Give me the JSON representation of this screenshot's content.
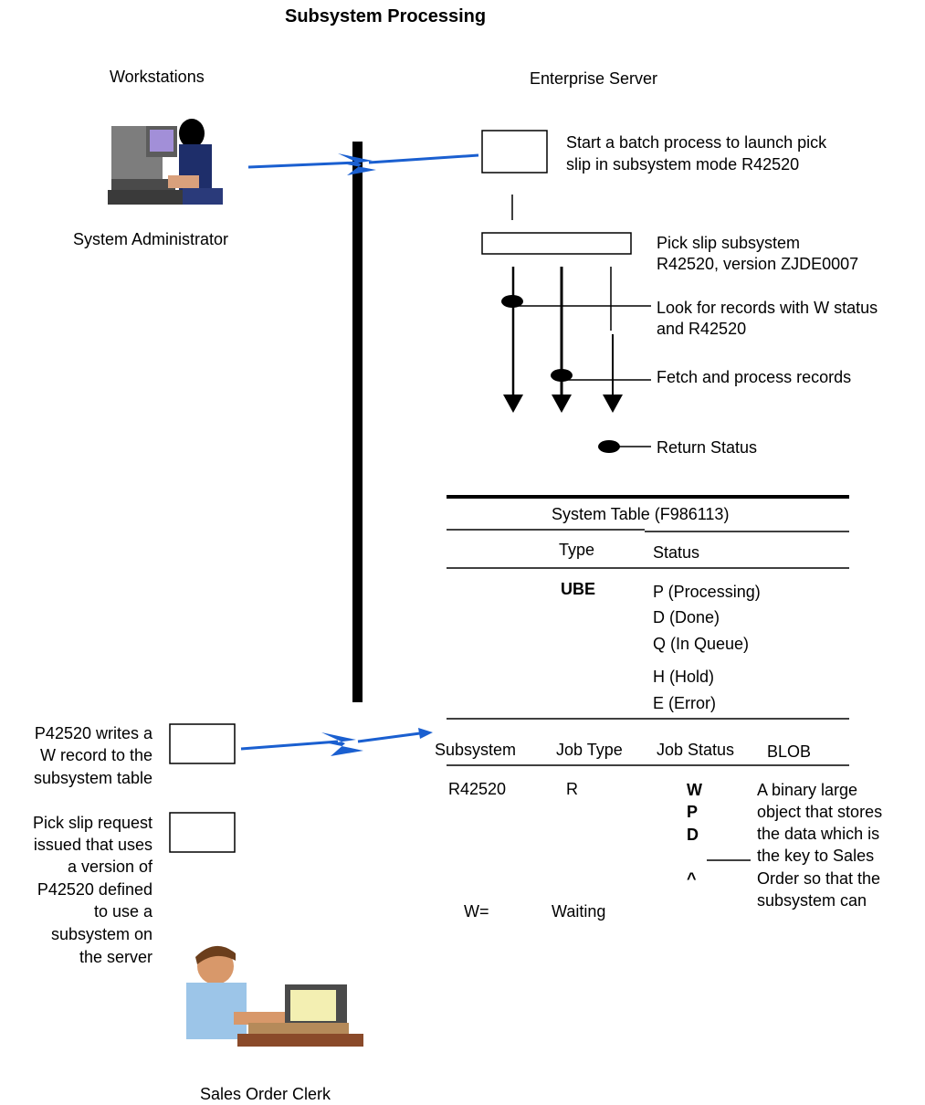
{
  "title": "Subsystem Processing",
  "headers": {
    "workstations": "Workstations",
    "enterprise_server": "Enterprise Server"
  },
  "actors": {
    "admin": "System Administrator",
    "clerk": "Sales Order Clerk"
  },
  "server_steps": {
    "start_batch": [
      "Start a batch process to launch pick",
      "slip in subsystem mode R42520"
    ],
    "pick_slip_subsystem": [
      "Pick slip subsystem",
      "R42520, version ZJDE0007"
    ],
    "look_for_records": [
      "Look for records with W status",
      "and R42520"
    ],
    "fetch_process": "Fetch and process records",
    "return_status": "Return Status"
  },
  "system_table": {
    "title": "System Table (F986113)",
    "columns": [
      "Type",
      "Status"
    ],
    "type_value": "UBE",
    "statuses": [
      "P (Processing)",
      "D (Done)",
      "Q (In Queue)",
      "H (Hold)",
      "E (Error)"
    ]
  },
  "subsystem_table": {
    "columns": [
      "Subsystem",
      "Job Type",
      "Job Status",
      "BLOB"
    ],
    "subsystem": "R42520",
    "job_type": "R",
    "job_statuses": [
      "W",
      "P",
      "D",
      "^"
    ],
    "blob_description": [
      "A binary large",
      "object that stores",
      "the data which is",
      "the key to Sales",
      "Order so that the",
      "subsystem can"
    ]
  },
  "legend": {
    "key": "W=",
    "value": "Waiting"
  },
  "workstation_notes": {
    "writes_record": [
      "P42520 writes a",
      "W record to the",
      "subsystem table"
    ],
    "pick_slip_request": [
      "Pick slip request",
      "issued that uses",
      "a version of",
      "P42520 defined",
      "to use a",
      "subsystem on",
      "the server"
    ]
  },
  "colors": {
    "lightning": "#1a5fd0",
    "line": "#000000"
  }
}
